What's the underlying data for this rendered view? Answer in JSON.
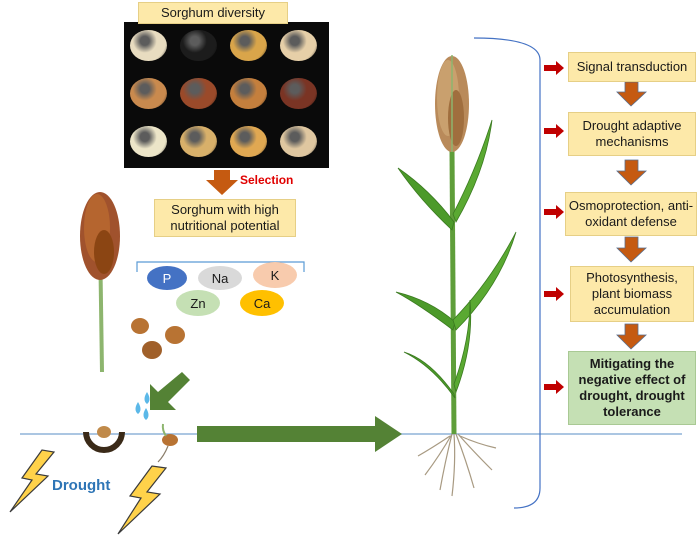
{
  "title": "Sorghum diversity",
  "selection_label": "Selection",
  "potential_box": "Sorghum with high nutritional potential",
  "nutrients": [
    {
      "label": "P",
      "color": "#4472c4"
    },
    {
      "label": "Na",
      "color": "#d9d9d9"
    },
    {
      "label": "K",
      "color": "#f8cbad"
    },
    {
      "label": "Zn",
      "color": "#c5e0b4"
    },
    {
      "label": "Ca",
      "color": "#ffc000"
    }
  ],
  "drought_label": "Drought",
  "steps": [
    "Signal transduction",
    "Drought adaptive mechanisms",
    "Osmoprotection, anti-oxidant defense",
    "Photosynthesis, plant biomass accumulation",
    "Mitigating the negative effect of drought, drought tolerance"
  ],
  "colors": {
    "box_yellow": "#fde9a9",
    "box_green": "#c5e0b4",
    "arrow_orange": "#c55a11",
    "arrow_green": "#548235",
    "arrow_red": "#c00000",
    "drought_text": "#2e75b6",
    "selection_text": "#e00000",
    "ground_line": "#8fb4d9"
  },
  "seed_colors": [
    "#e8dcc0",
    "#1c1c1c",
    "#d9a54a",
    "#e6cfa8",
    "#c98a4e",
    "#9a4a2a",
    "#c47f3d",
    "#7a3424",
    "#ece5c8",
    "#d8b06a",
    "#e0a852",
    "#dfc7a0"
  ]
}
